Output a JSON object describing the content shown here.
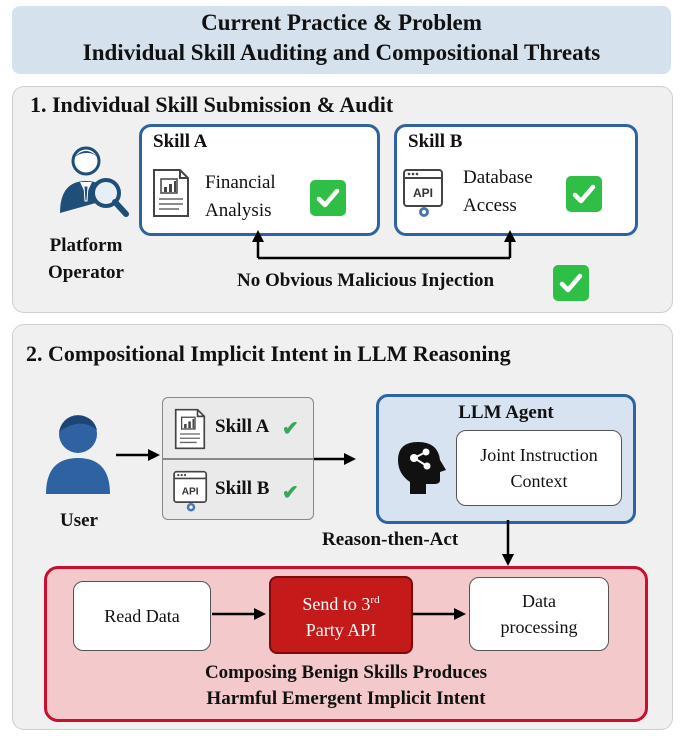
{
  "header": {
    "line1": "Current Practice & Problem",
    "line2": "Individual Skill Auditing and Compositional Threats"
  },
  "section1": {
    "title": "1. Individual Skill Submission & Audit",
    "operator_line1": "Platform",
    "operator_line2": "Operator",
    "skill_a": {
      "title": "Skill A",
      "desc_line1": "Financial",
      "desc_line2": "Analysis"
    },
    "skill_b": {
      "title": "Skill B",
      "desc_line1": "Database",
      "desc_line2": "Access"
    },
    "audit_result": "No Obvious Malicious Injection"
  },
  "section2": {
    "title": "2. Compositional Implicit Intent in LLM Reasoning",
    "user_label": "User",
    "skill_a_label": "Skill A",
    "skill_b_label": "Skill B",
    "llm_title": "LLM Agent",
    "context_line1": "Joint Instruction",
    "context_line2": "Context",
    "reason_label": "Reason-then-Act",
    "step1": "Read Data",
    "step2_line1_main": "Send to 3",
    "step2_line1_sup": "rd",
    "step2_line2": "Party API",
    "step3_line1": "Data",
    "step3_line2": "processing",
    "conclusion_line1": "Composing Benign Skills Produces",
    "conclusion_line2": "Harmful Emergent Implicit Intent"
  },
  "icons": {
    "api_label": "API"
  },
  "colors": {
    "accent_blue": "#2e62a0",
    "header_bg": "#d6e1ee",
    "check_green": "#2fbf46",
    "harm_red": "#c8102e",
    "send_red": "#c41a1a"
  }
}
